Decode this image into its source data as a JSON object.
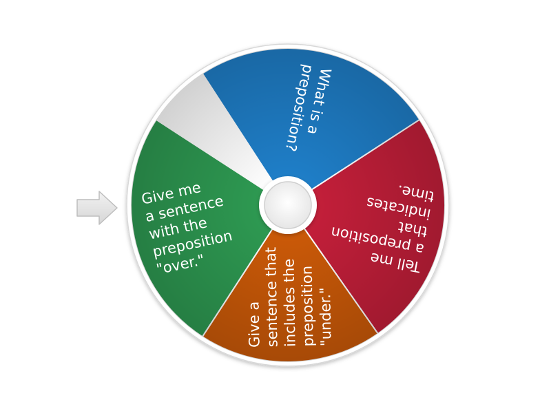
{
  "wheel": {
    "segments": [
      {
        "lines": [
          "What is a",
          "preposition?"
        ],
        "color": "#1f7fc9"
      },
      {
        "lines": [
          "Tell me",
          "a preposition",
          "that",
          "indicates",
          "time."
        ],
        "color": "#c41f3a"
      },
      {
        "lines": [
          "Give a",
          "sentence that",
          "includes the",
          "preposition",
          "\"under.\""
        ],
        "color": "#cc5a08"
      },
      {
        "lines": [
          "Give me",
          "a sentence",
          "with the",
          "preposition",
          "\"over.\""
        ],
        "color": "#2e9a52"
      }
    ]
  },
  "pointer": {
    "icon": "arrow-right-icon",
    "color": "#e6e6e6"
  }
}
